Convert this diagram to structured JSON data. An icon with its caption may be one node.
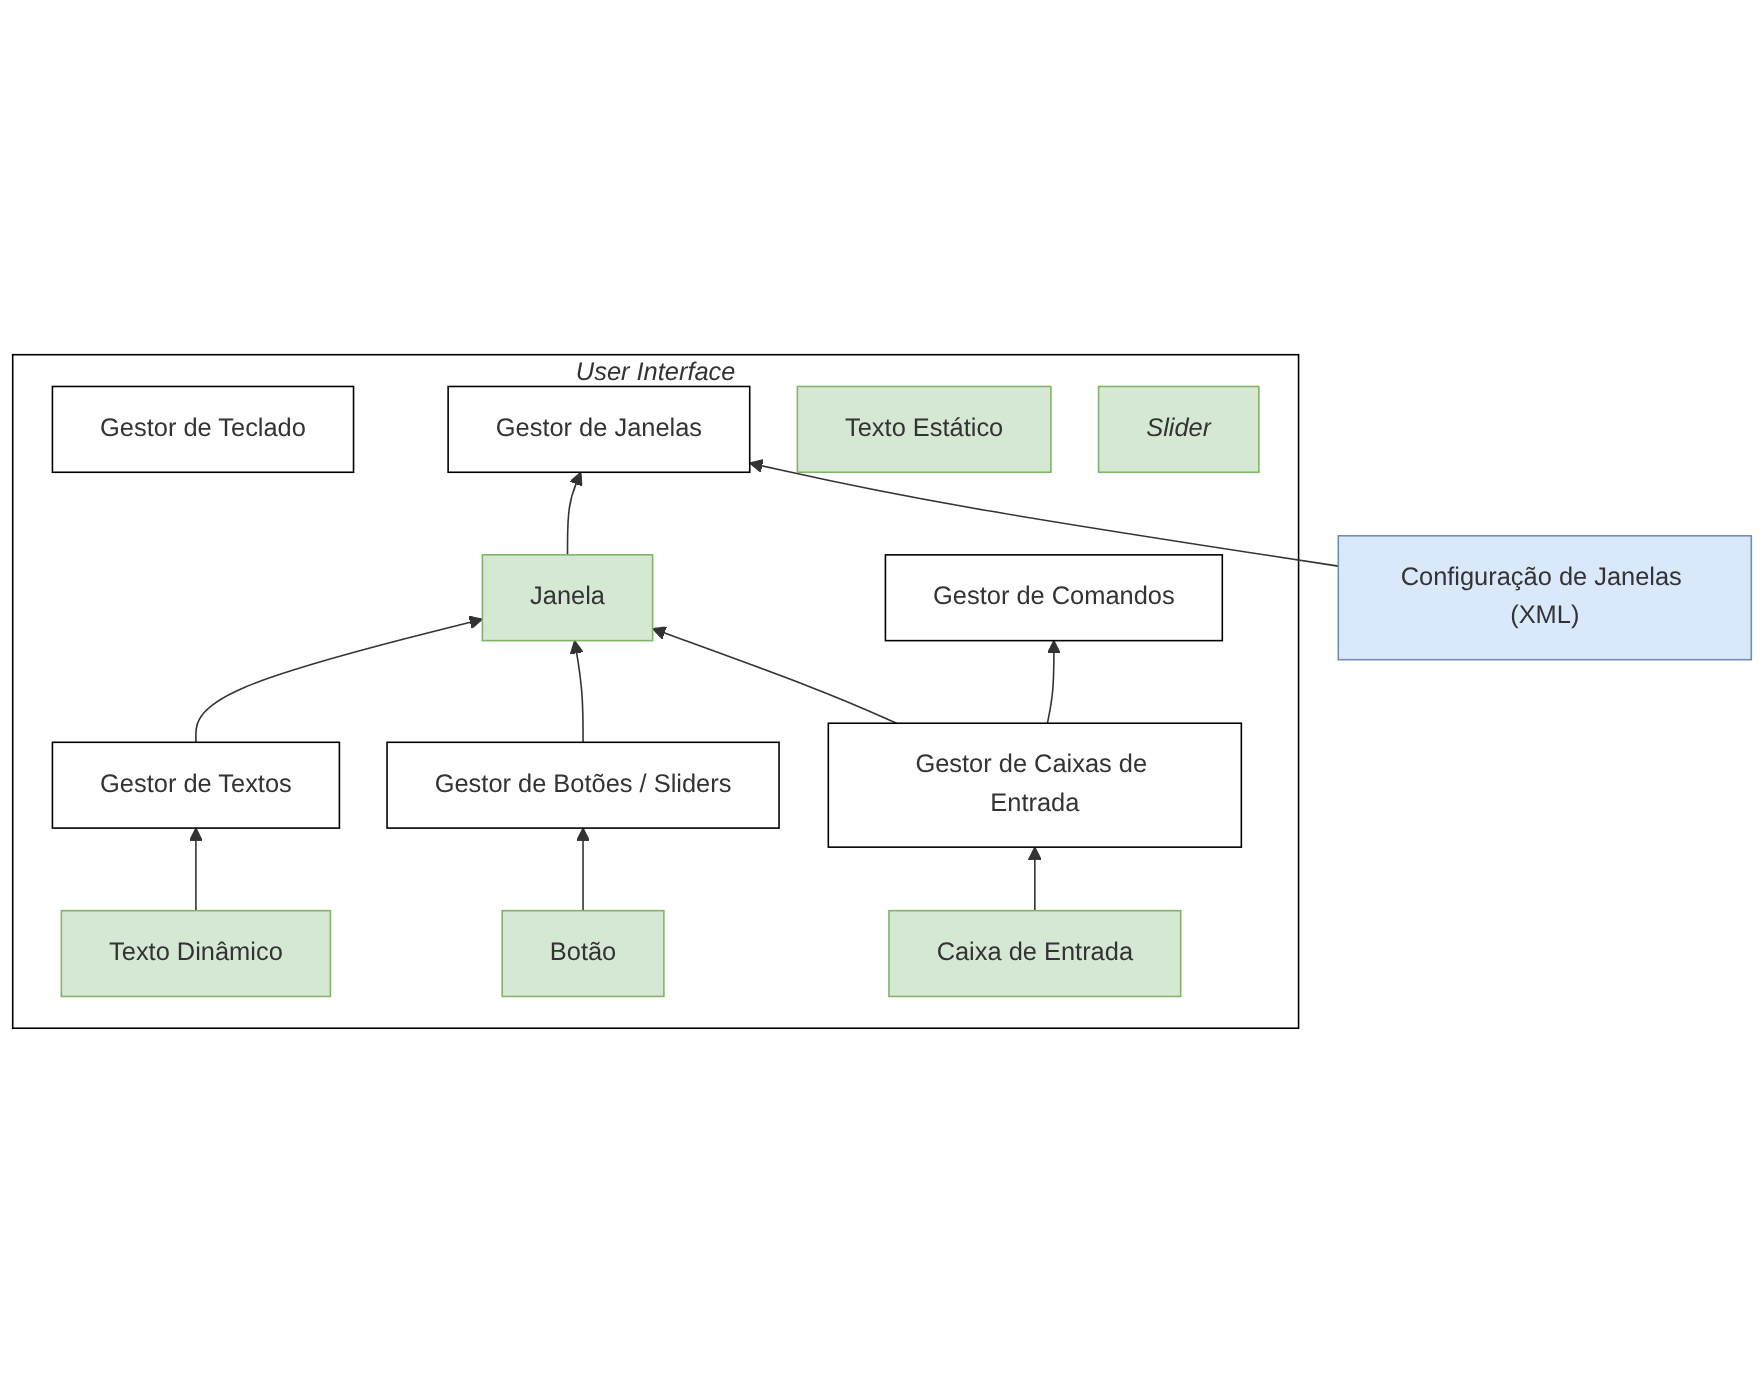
{
  "diagram": {
    "nodes": [
      {
        "text": [
          "Configuração de Janelas (XML)"
        ]
      },
      {
        "text": [
          "User Interface"
        ]
      },
      {
        "text": [
          "Gestor de Teclado"
        ],
        "in": 1
      },
      {
        "text": [
          "Gestor de Janelas"
        ],
        "in": 1
      },
      {
        "text": [
          "Gestor de Comandos"
        ],
        "in": 1
      },
      {
        "text": [
          "Janela"
        ],
        "in": 1
      },
      {
        "text": [
          "Gestor de Textos"
        ],
        "in": 1
      },
      {
        "text": [
          "Gestor de Botões / Sliders"
        ],
        "in": 1
      },
      {
        "text": [
          "Gestor de Caixas de Entrada"
        ],
        "in": 1
      },
      {
        "text": [
          "Texto Dinâmico"
        ],
        "in": 1
      },
      {
        "text": [
          "Texto Estático"
        ],
        "in": 1
      },
      {
        "text": [
          "Botão"
        ],
        "in": 1
      },
      {
        "text": [
          "Slider"
        ],
        "in": 1
      },
      {
        "text": [
          "Caixa de Entrada"
        ],
        "in": 1
      }
    ],
    "edges": [
      {
        "from": 0,
        "to": 3,
        "arrow": "to"
      },
      {
        "from": 5,
        "to": 3,
        "arrow": "to"
      },
      {
        "from": 6,
        "to": 5,
        "arrow": "to"
      },
      {
        "from": 7,
        "to": 5,
        "arrow": "to"
      },
      {
        "from": 8,
        "to": 5,
        "arrow": "to"
      },
      {
        "from": 8,
        "to": 4,
        "arrow": "to"
      },
      {
        "from": 9,
        "to": 6,
        "arrow": "to"
      },
      {
        "from": 11,
        "to": 7,
        "arrow": "to"
      },
      {
        "from": 13,
        "to": 8,
        "arrow": "to"
      }
    ]
  }
}
